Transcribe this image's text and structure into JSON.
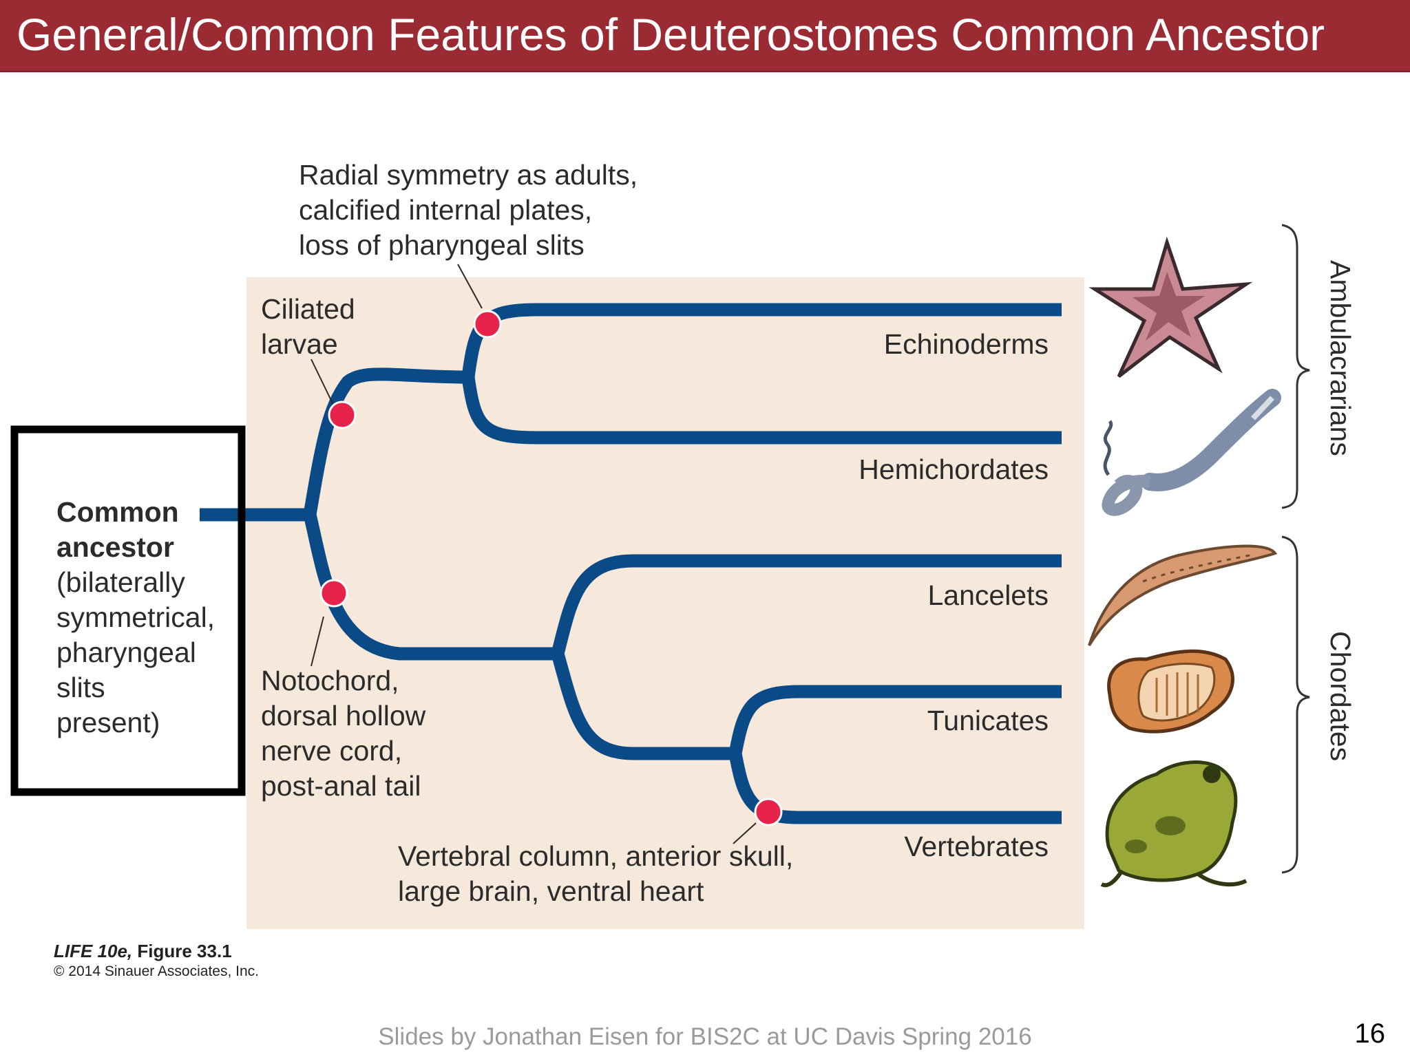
{
  "slide": {
    "title": "General/Common Features of Deuterostomes Common Ancestor",
    "footer": "Slides by Jonathan Eisen for BIS2C at UC Davis Spring 2016",
    "page_number": "16"
  },
  "figure": {
    "credit_title": "LIFE 10e,",
    "credit_figure": "Figure 33.1",
    "copyright": "© 2014 Sinauer Associates, Inc.",
    "colors": {
      "branch": "#0a4a86",
      "node": "#e8234b",
      "panel": "#f6e9dc",
      "highlight_box": "#000000"
    },
    "ancestor": {
      "line1": "Common",
      "line2": "ancestor",
      "line3": "(bilaterally",
      "line4": "symmetrical,",
      "line5": "pharyngeal",
      "line6": "slits",
      "line7": "present)"
    },
    "traits": {
      "radial": [
        "Radial symmetry as adults,",
        "calcified internal plates,",
        "loss of pharyngeal slits"
      ],
      "ciliated": [
        "Ciliated",
        "larvae"
      ],
      "notochord": [
        "Notochord,",
        "dorsal hollow",
        "nerve cord,",
        "post-anal tail"
      ],
      "vertebral": [
        "Vertebral column, anterior skull,",
        "large brain, ventral heart"
      ]
    },
    "taxa": [
      "Echinoderms",
      "Hemichordates",
      "Lancelets",
      "Tunicates",
      "Vertebrates"
    ],
    "groups": {
      "top": "Ambulacrarians",
      "bottom": "Chordates"
    },
    "animals": [
      "starfish-icon",
      "acorn-worm-icon",
      "lancelet-icon",
      "tunicate-icon",
      "frog-icon"
    ]
  }
}
